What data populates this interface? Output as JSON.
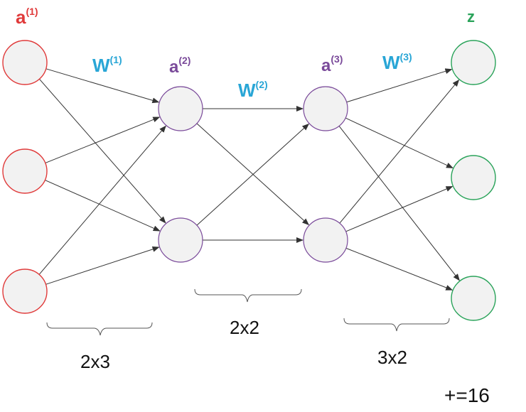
{
  "labels": {
    "a1": {
      "base": "a",
      "sup": "(1)"
    },
    "w1": {
      "base": "W",
      "sup": "(1)"
    },
    "a2": {
      "base": "a",
      "sup": "(2)"
    },
    "w2": {
      "base": "W",
      "sup": "(2)"
    },
    "a3": {
      "base": "a",
      "sup": "(3)"
    },
    "w3": {
      "base": "W",
      "sup": "(3)"
    },
    "z": "z"
  },
  "dimensions": {
    "layer1": "2x3",
    "layer2": "2x2",
    "layer3": "3x2"
  },
  "footer": "+=16",
  "colors": {
    "input": "#e03a3a",
    "hidden": "#7a4a9a",
    "output": "#2aa35a",
    "weights": "#29a6d6",
    "node_fill": "#f2f2f2",
    "edge": "#333333"
  }
}
